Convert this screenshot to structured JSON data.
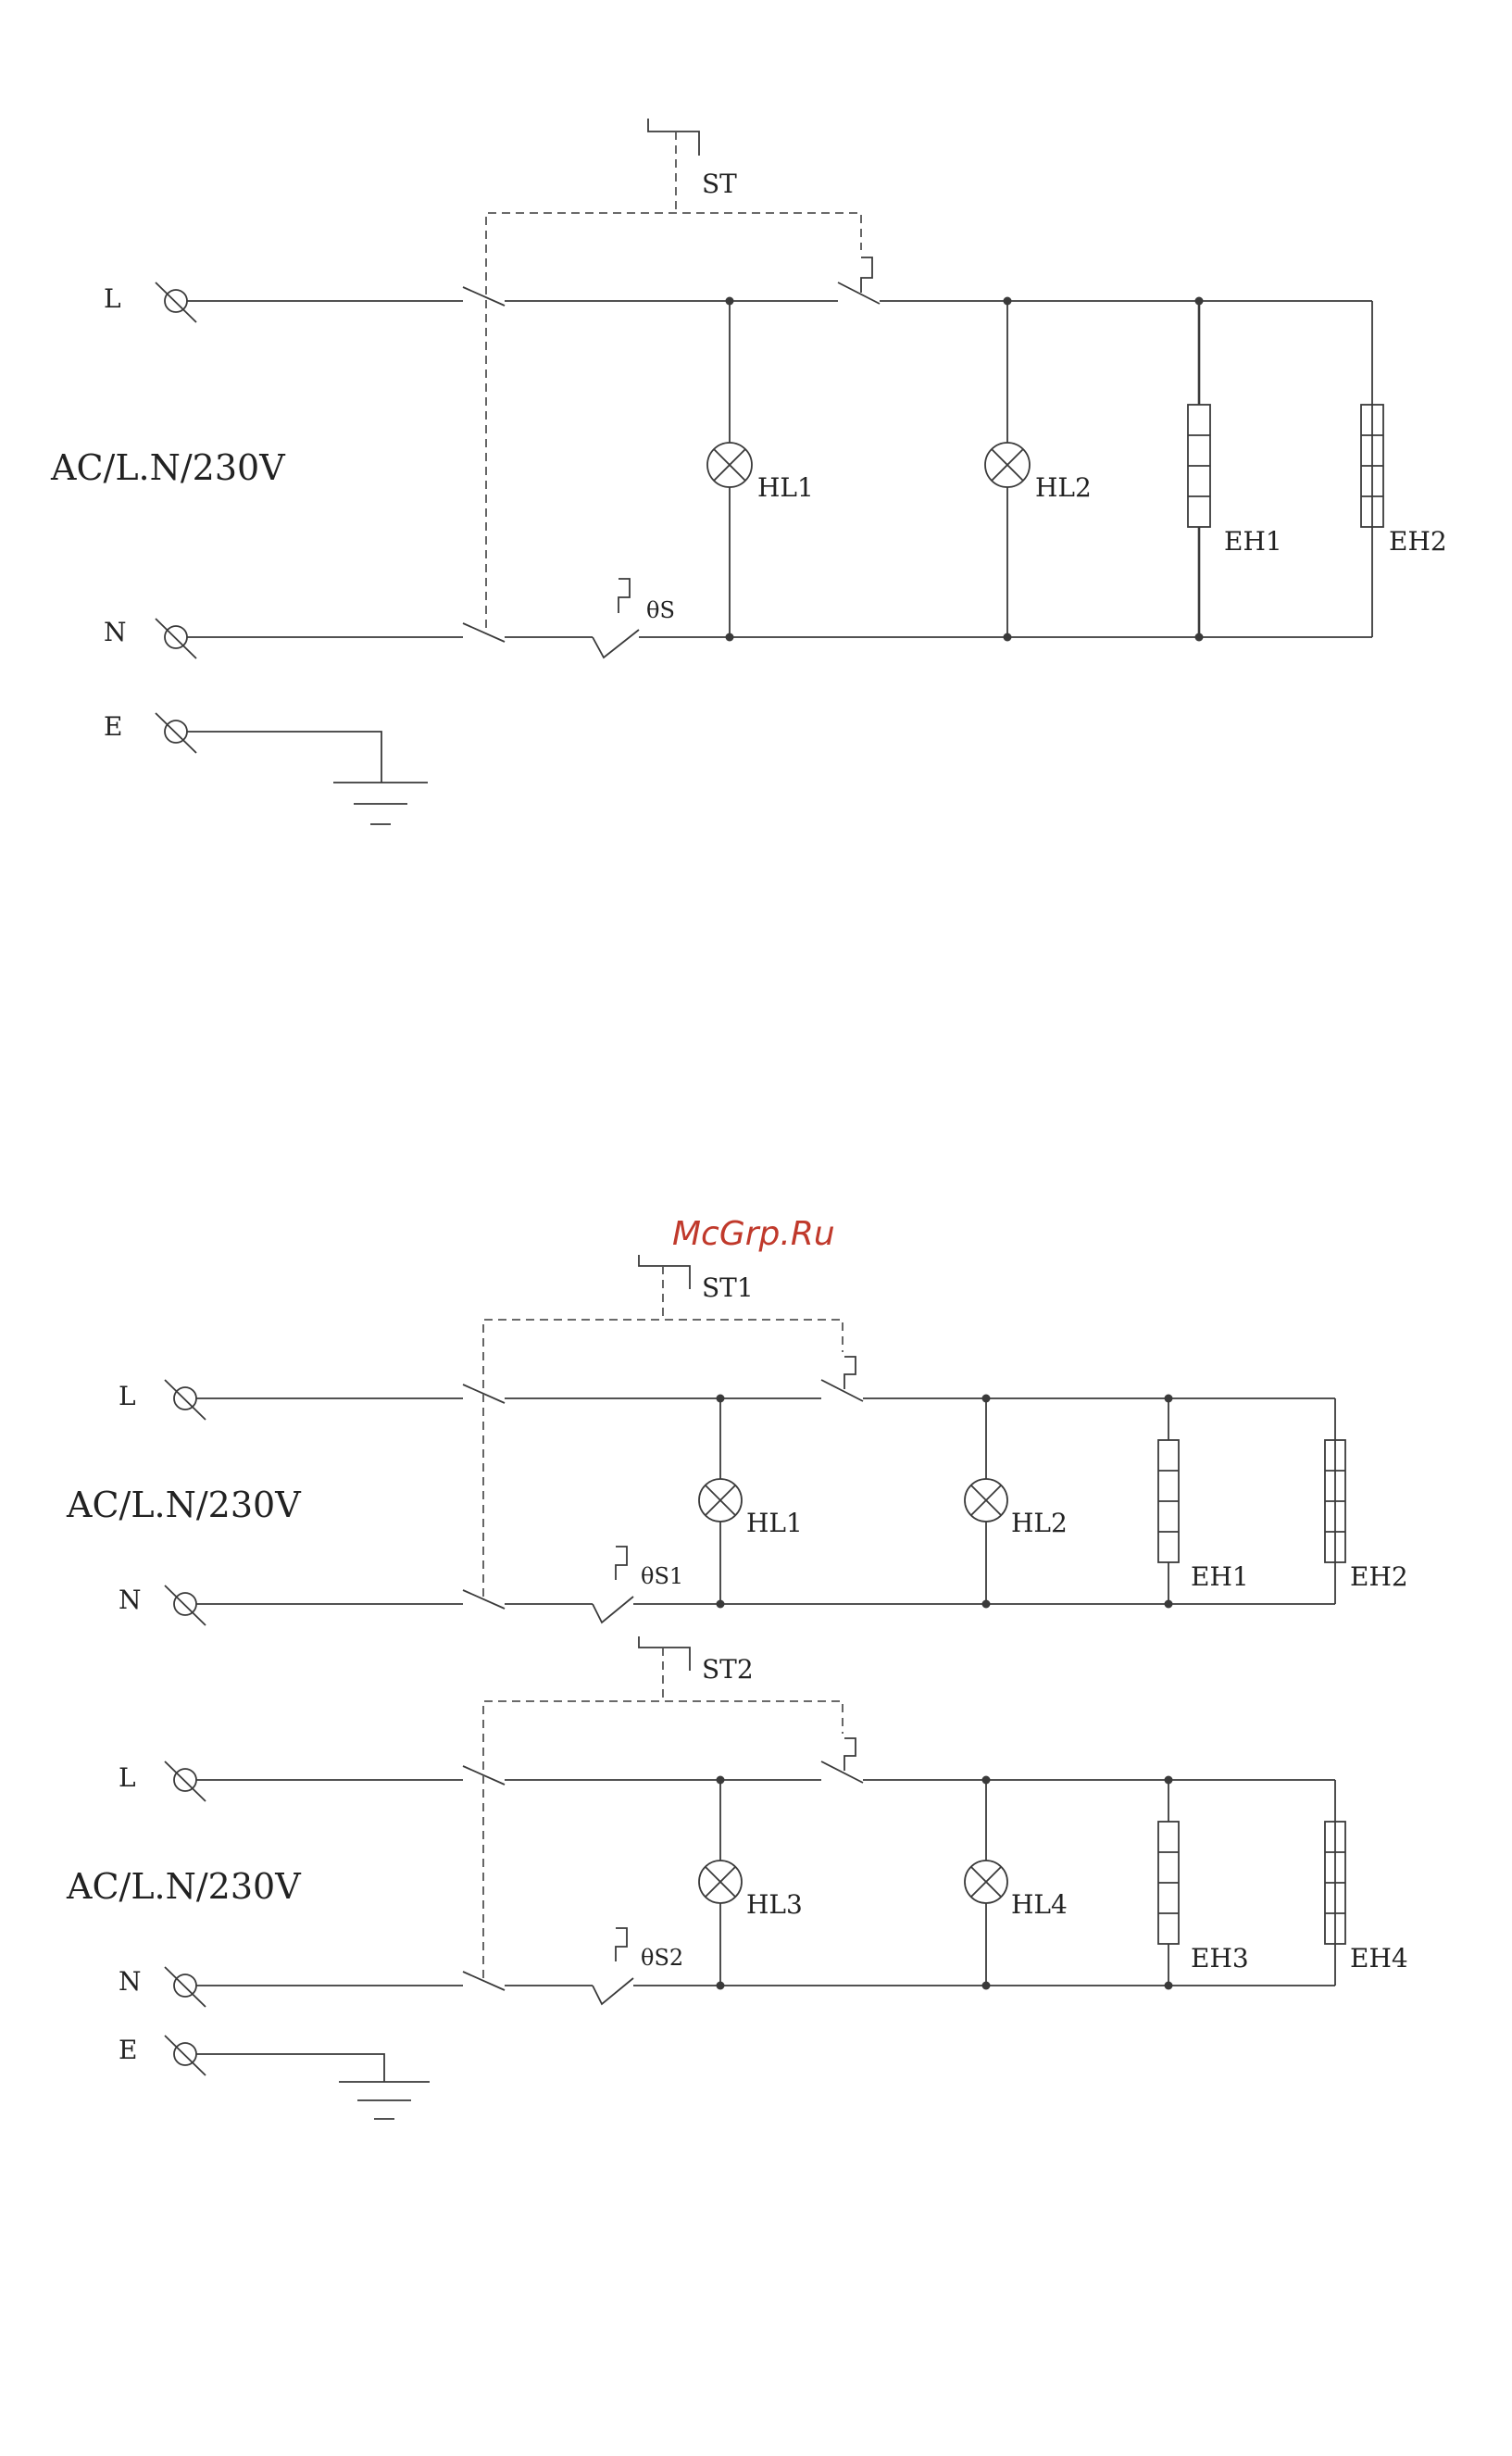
{
  "watermark": "McGrp.Ru",
  "top": {
    "terminals": {
      "l": "L",
      "n": "N",
      "e": "E"
    },
    "supply": "AC/L.N/230V",
    "timer": "ST",
    "thermostat": "θS",
    "lamps": [
      "HL1",
      "HL2"
    ],
    "heaters": [
      "EH1",
      "EH2"
    ]
  },
  "bottom1": {
    "terminals": {
      "l": "L",
      "n": "N"
    },
    "supply": "AC/L.N/230V",
    "timer": "ST1",
    "thermostat": "θS1",
    "lamps": [
      "HL1",
      "HL2"
    ],
    "heaters": [
      "EH1",
      "EH2"
    ]
  },
  "bottom2": {
    "terminals": {
      "l": "L",
      "n": "N",
      "e": "E"
    },
    "supply": "AC/L.N/230V",
    "timer": "ST2",
    "thermostat": "θS2",
    "lamps": [
      "HL3",
      "HL4"
    ],
    "heaters": [
      "EH3",
      "EH4"
    ]
  }
}
